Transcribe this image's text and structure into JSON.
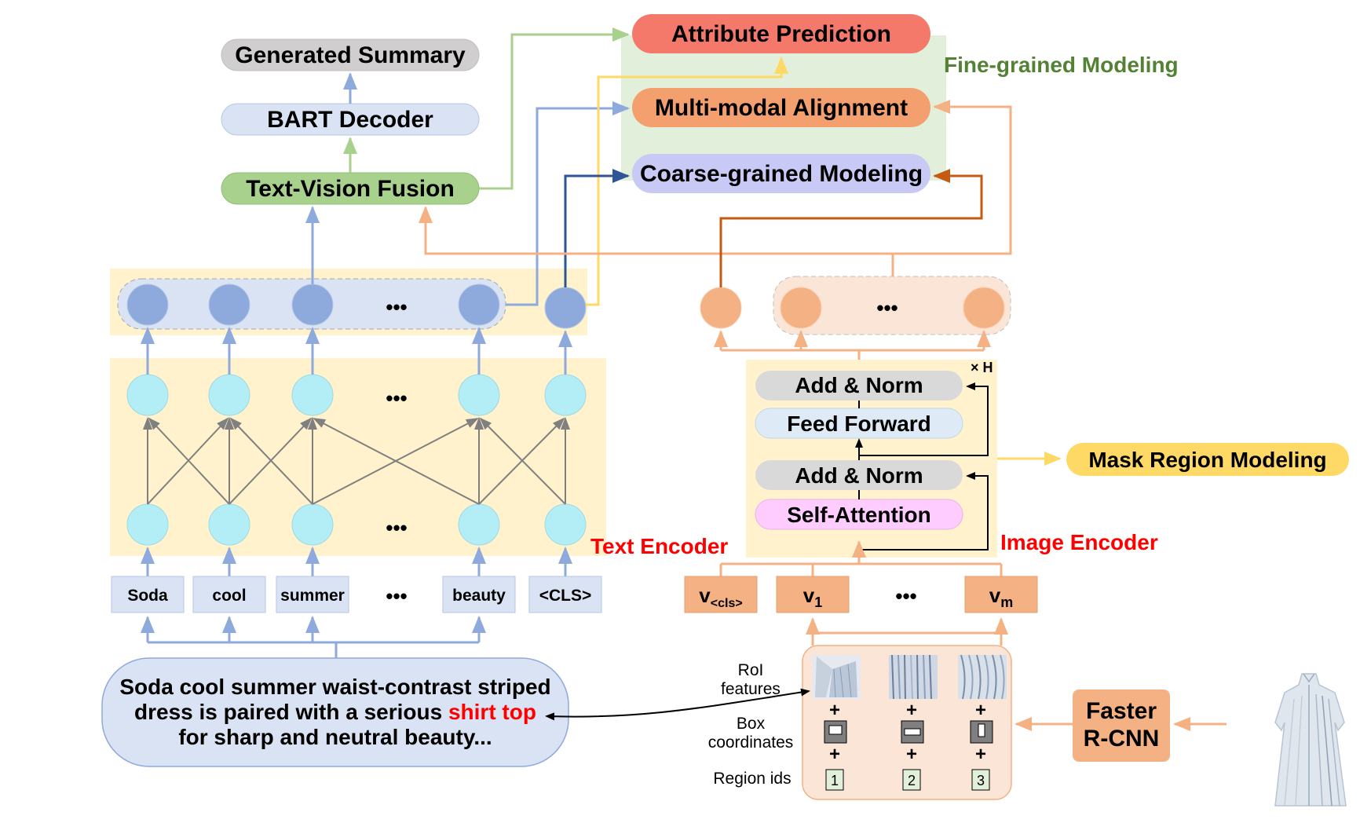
{
  "output": {
    "generated_summary": "Generated Summary",
    "bart_decoder": "BART Decoder",
    "text_vision_fusion": "Text-Vision Fusion"
  },
  "tasks": {
    "attribute_prediction": "Attribute Prediction",
    "multimodal_alignment": "Multi-modal Alignment",
    "coarse_grained": "Coarse-grained Modeling",
    "fine_grained_label": "Fine-grained Modeling",
    "mask_region_modeling": "Mask Region Modeling"
  },
  "text_encoder": {
    "label": "Text Encoder",
    "tokens": [
      "Soda",
      "cool",
      "summer",
      "beauty",
      "<CLS>"
    ],
    "ellipsis": "•••",
    "input_text": {
      "line1": "Soda cool summer waist-contrast striped",
      "line2_before": "dress is paired with a serious ",
      "line2_highlight": "shirt top",
      "line3": "for sharp and neutral beauty..."
    }
  },
  "image_encoder": {
    "label": "Image Encoder",
    "repeat": "× H",
    "add_norm": "Add & Norm",
    "feed_forward": "Feed Forward",
    "self_attention": "Self-Attention",
    "tokens": {
      "cls_main": "v",
      "cls_sub": "<cls>",
      "v1_main": "v",
      "v1_sub": "1",
      "vm_main": "v",
      "vm_sub": "m"
    },
    "ellipsis": "•••",
    "roi_features_line1": "RoI",
    "roi_features_line2": "features",
    "box_coord_line1": "Box",
    "box_coord_line2": "coordinates",
    "region_ids_label": "Region ids",
    "plus": "+",
    "region_ids": [
      "1",
      "2",
      "3"
    ],
    "faster_rcnn_line1": "Faster",
    "faster_rcnn_line2": "R-CNN"
  },
  "colors": {
    "blue_arrow": "#8ea9db",
    "green_arrow": "#a9d18e",
    "yellow_arrow": "#ffd966",
    "orange_arrow": "#f4b183",
    "dark_orange_arrow": "#c55a11",
    "dark_blue_arrow": "#2f5597",
    "attribute_fill": "#f4796b",
    "alignment_fill": "#f4a06e",
    "coarse_fill": "#c9c9f5",
    "red_text": "#ff0000"
  }
}
